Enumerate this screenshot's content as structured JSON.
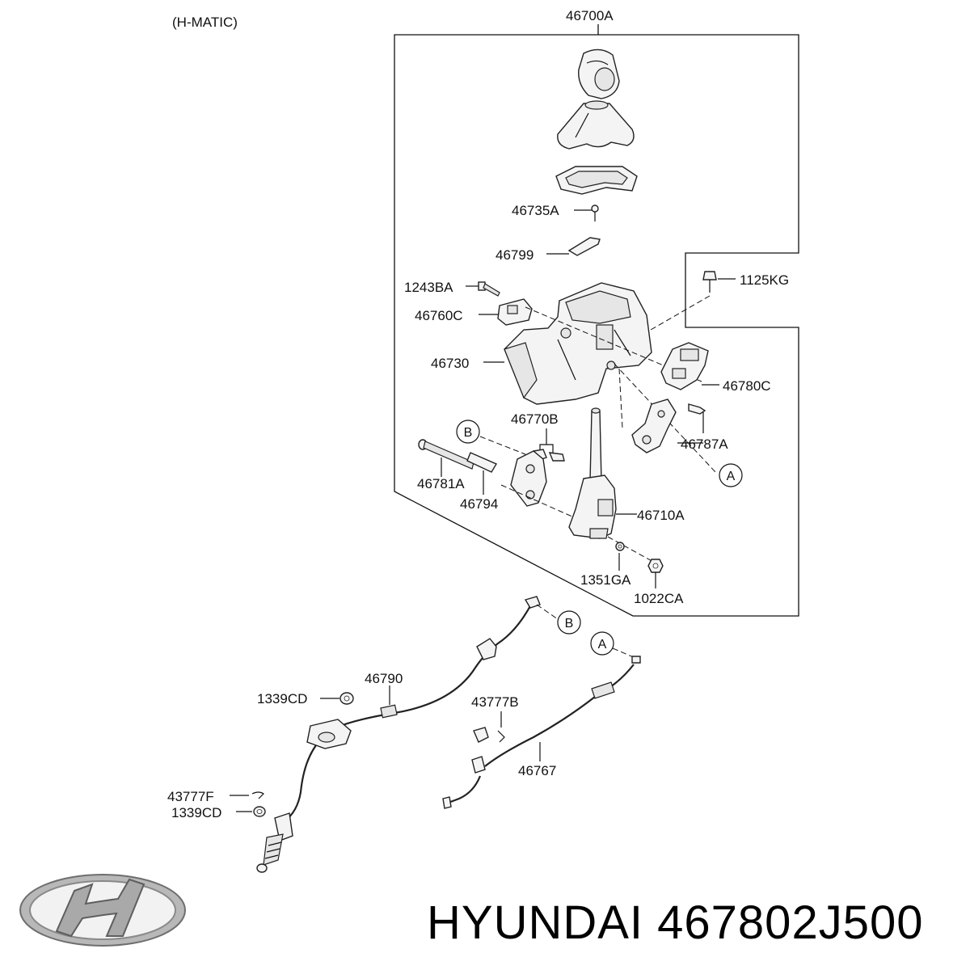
{
  "header": {
    "variant": "(H-MATIC)"
  },
  "assembly": {
    "code": "46700A"
  },
  "parts": {
    "p46735A": "46735A",
    "p46799": "46799",
    "p1243BA": "1243BA",
    "p46760C": "46760C",
    "p1125KG": "1125KG",
    "p46730": "46730",
    "p46780C": "46780C",
    "p46770B": "46770B",
    "p46787A": "46787A",
    "p46781A": "46781A",
    "p46794": "46794",
    "p46710A": "46710A",
    "p1351GA": "1351GA",
    "p1022CA": "1022CA",
    "p46790": "46790",
    "p1339CD_top": "1339CD",
    "p43777B": "43777B",
    "p46767": "46767",
    "p43777F": "43777F",
    "p1339CD_bottom": "1339CD"
  },
  "refs": {
    "a": "A",
    "b": "B"
  },
  "brand": {
    "name": "HYUNDAI",
    "part_number": "467802J500",
    "logo_icon": "hyundai-logo-icon"
  }
}
